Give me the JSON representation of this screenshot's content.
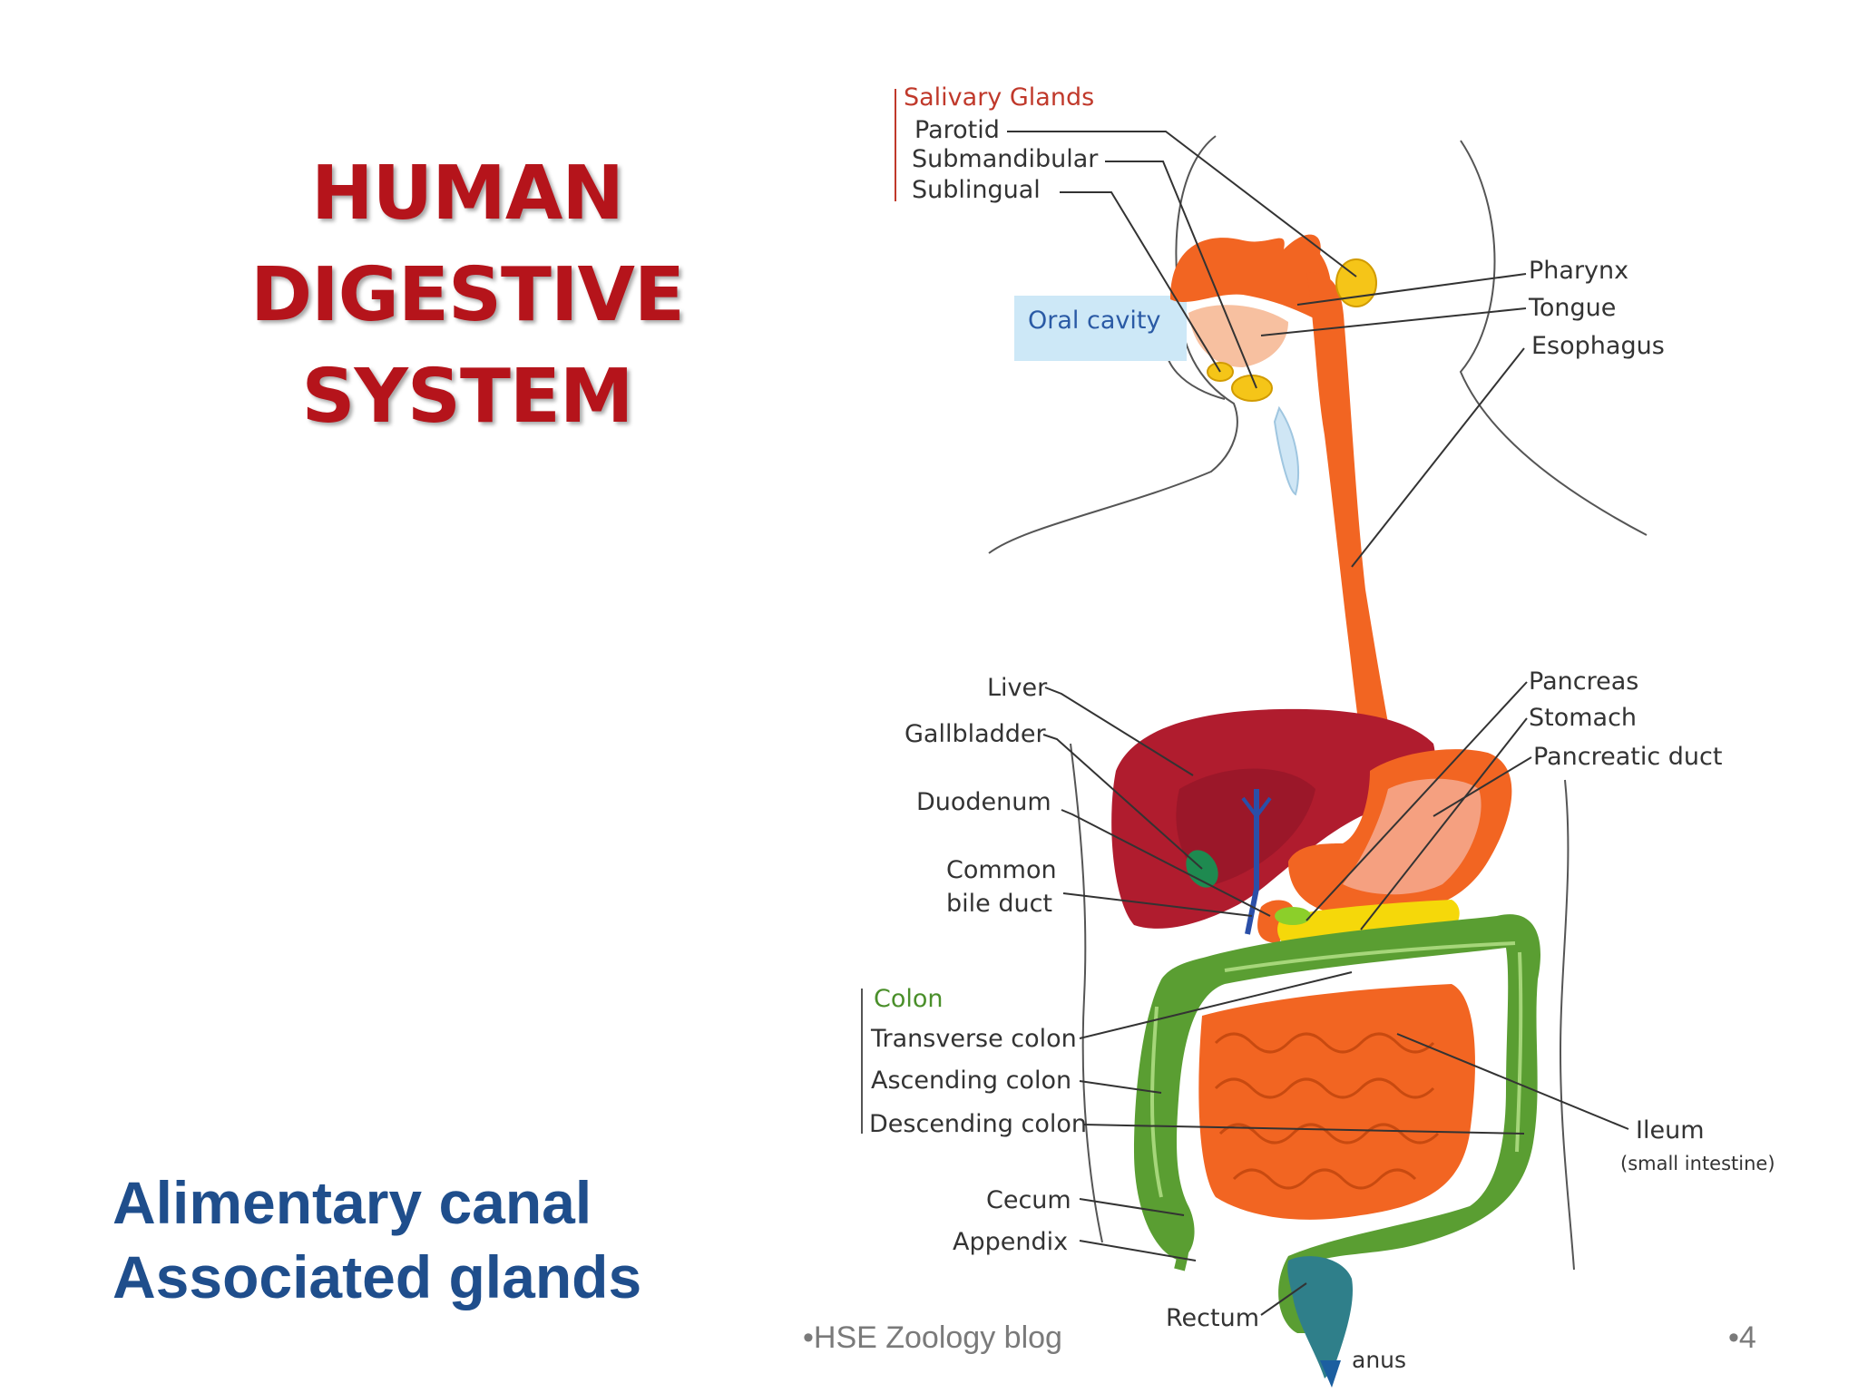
{
  "title": {
    "line1": "HUMAN DIGESTIVE",
    "line2": "SYSTEM"
  },
  "subtitle": {
    "line1": "Alimentary canal",
    "line2": "Associated glands"
  },
  "footer": {
    "source": "•HSE Zoology blog",
    "page": "•4"
  },
  "diagram": {
    "groups": {
      "salivary": "Salivary Glands",
      "colon": "Colon"
    },
    "labels": {
      "parotid": "Parotid",
      "submandibular": "Submandibular",
      "sublingual": "Sublingual",
      "oral_cavity": "Oral cavity",
      "pharynx": "Pharynx",
      "tongue": "Tongue",
      "esophagus": "Esophagus",
      "liver": "Liver",
      "gallbladder": "Gallbladder",
      "duodenum": "Duodenum",
      "common_bile_duct_1": "Common",
      "common_bile_duct_2": "bile duct",
      "pancreas": "Pancreas",
      "stomach": "Stomach",
      "pancreatic_duct": "Pancreatic duct",
      "transverse_colon": "Transverse colon",
      "ascending_colon": "Ascending colon",
      "descending_colon": "Descending colon",
      "cecum": "Cecum",
      "appendix": "Appendix",
      "rectum": "Rectum",
      "anus": "anus",
      "ileum": "Ileum",
      "ileum_note": "(small intestine)"
    },
    "colors": {
      "tract": "#f26522",
      "liver": "#b01c2e",
      "colon": "#5a9e32",
      "pancreas": "#f5d80a",
      "gland": "#f5c518",
      "oral_highlight": "#cde8f7",
      "stomach_light": "#f5a080"
    }
  }
}
